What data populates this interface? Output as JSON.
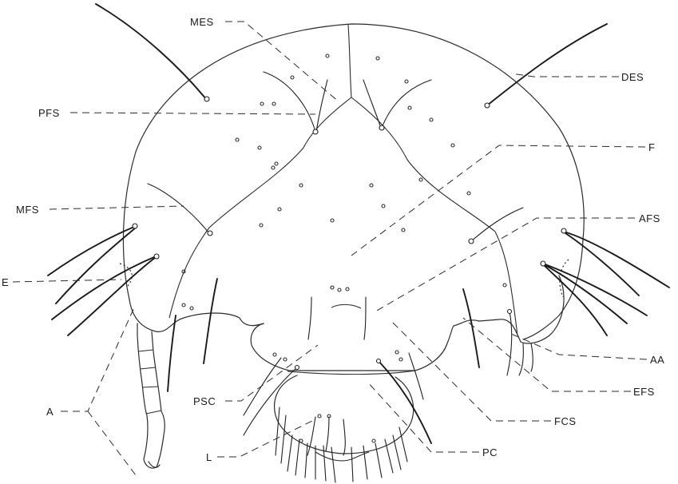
{
  "labels": {
    "mes": "MES",
    "des": "DES",
    "pfs": "PFS",
    "f": "F",
    "mfs": "MFS",
    "afs": "AFS",
    "e": "E",
    "aa": "AA",
    "efs": "EFS",
    "a": "A",
    "psc": "PSC",
    "fcs": "FCS",
    "l": "L",
    "pc": "PC"
  }
}
